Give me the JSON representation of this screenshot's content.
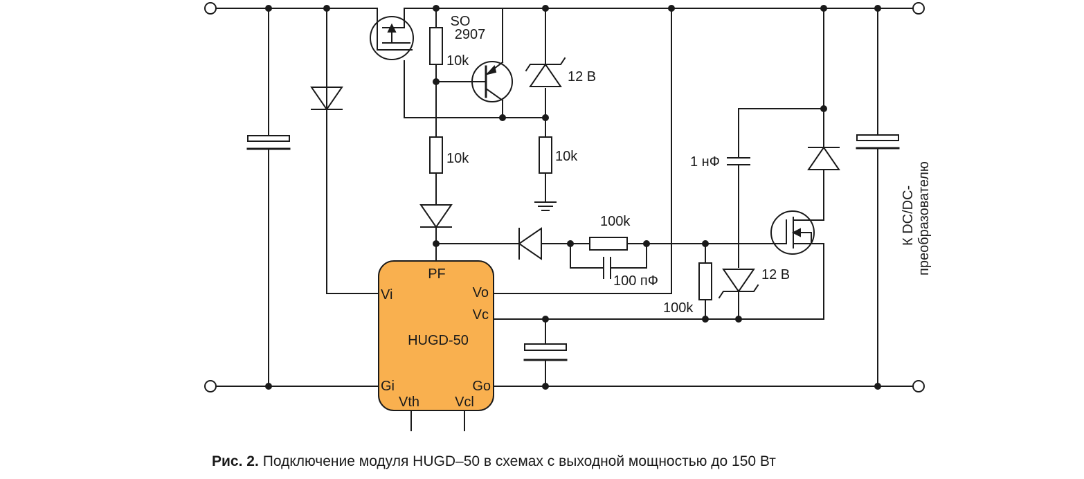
{
  "labels": {
    "transistor_top": "SO",
    "transistor_bottom": "2907",
    "r_base": "10k",
    "zener_top": "12 В",
    "r_mid": "10k",
    "r_right": "10k",
    "r_100k_top": "100k",
    "c_100p": "100 пФ",
    "c_1n": "1 нФ",
    "zener_bottom": "12 В",
    "r_100k_bottom": "100k",
    "side_line1": "К DC/DC-",
    "side_line2": "преобразователю"
  },
  "chip": {
    "name": "HUGD-50",
    "pins": {
      "pf": "PF",
      "vi": "Vi",
      "vo": "Vo",
      "vc": "Vc",
      "gi": "Gi",
      "go": "Go",
      "vth": "Vth",
      "vcl": "Vcl"
    }
  },
  "caption": {
    "label": "Рис. 2.",
    "text": "Подключение модуля HUGD–50 в схемах с выходной мощностью до 150 Вт"
  },
  "colors": {
    "chip_fill": "#F9B04F",
    "line": "#1a1a1a"
  }
}
